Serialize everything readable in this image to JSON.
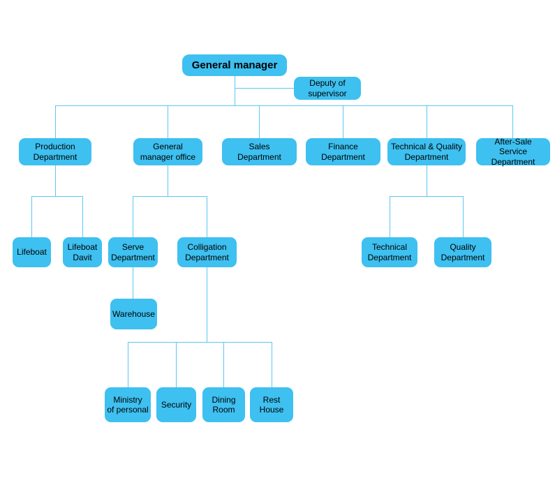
{
  "diagram": {
    "type": "org-chart",
    "title": "Company organization chart"
  },
  "nodes": {
    "general_manager": {
      "label": "General manager"
    },
    "deputy_of_supervisor": {
      "label": "Deputy of\nsupervisor"
    },
    "production_department": {
      "label": "Production\nDepartment"
    },
    "general_manager_office": {
      "label": "General\nmanager office"
    },
    "sales_department": {
      "label": "Sales\nDepartment"
    },
    "finance_department": {
      "label": "Finance\nDepartment"
    },
    "technical_quality_department": {
      "label": "Technical & Quality\nDepartment"
    },
    "after_sale_service_department": {
      "label": "After-Sale\nService Department"
    },
    "lifeboat": {
      "label": "Lifeboat"
    },
    "lifeboat_davit": {
      "label": "Lifeboat\nDavit"
    },
    "serve_department": {
      "label": "Serve\nDepartment"
    },
    "colligation_department": {
      "label": "Colligation\nDepartment"
    },
    "warehouse": {
      "label": "Warehouse"
    },
    "ministry_of_personal": {
      "label": "Ministry\nof personal"
    },
    "security": {
      "label": "Security"
    },
    "dining_room": {
      "label": "Dining\nRoom"
    },
    "rest_house": {
      "label": "Rest\nHouse"
    },
    "technical_department": {
      "label": "Technical\nDepartment"
    },
    "quality_department": {
      "label": "Quality\nDepartment"
    }
  },
  "hierarchy": {
    "root": "general_manager",
    "assistant": "deputy_of_supervisor",
    "tree": {
      "general_manager": [
        "production_department",
        "general_manager_office",
        "sales_department",
        "finance_department",
        "technical_quality_department",
        "after_sale_service_department"
      ],
      "production_department": [
        "lifeboat",
        "lifeboat_davit"
      ],
      "general_manager_office": [
        "serve_department",
        "colligation_department"
      ],
      "serve_department": [
        "warehouse"
      ],
      "colligation_department": [
        "ministry_of_personal",
        "security",
        "dining_room",
        "rest_house"
      ],
      "technical_quality_department": [
        "technical_department",
        "quality_department"
      ]
    }
  },
  "colors": {
    "box_fill": "#3EC0F0",
    "line": "#5BC8F3",
    "text": "#000000",
    "background": "#FFFFFF"
  }
}
